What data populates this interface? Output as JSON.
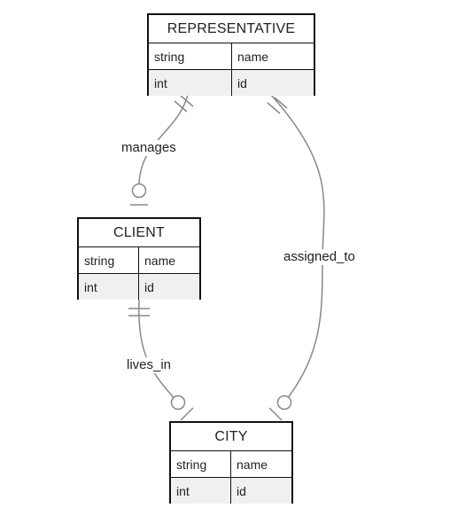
{
  "entities": {
    "representative": {
      "title": "REPRESENTATIVE",
      "rows": [
        {
          "type": "string",
          "name": "name"
        },
        {
          "type": "int",
          "name": "id"
        }
      ]
    },
    "client": {
      "title": "CLIENT",
      "rows": [
        {
          "type": "string",
          "name": "name"
        },
        {
          "type": "int",
          "name": "id"
        }
      ]
    },
    "city": {
      "title": "CITY",
      "rows": [
        {
          "type": "string",
          "name": "name"
        },
        {
          "type": "int",
          "name": "id"
        }
      ]
    }
  },
  "relationships": {
    "manages": {
      "label": "manages",
      "from": "REPRESENTATIVE",
      "to": "CLIENT",
      "from_end": "exactly-one",
      "to_end": "zero-or-one"
    },
    "lives_in": {
      "label": "lives_in",
      "from": "CLIENT",
      "to": "CITY",
      "from_end": "exactly-one",
      "to_end": "zero-or-one"
    },
    "assigned_to": {
      "label": "assigned_to",
      "from": "REPRESENTATIVE",
      "to": "CITY",
      "from_end": "exactly-one",
      "to_end": "zero-or-one"
    }
  },
  "colors": {
    "line": "#888888",
    "border": "#111111",
    "alt_row": "#f0f0f0"
  }
}
